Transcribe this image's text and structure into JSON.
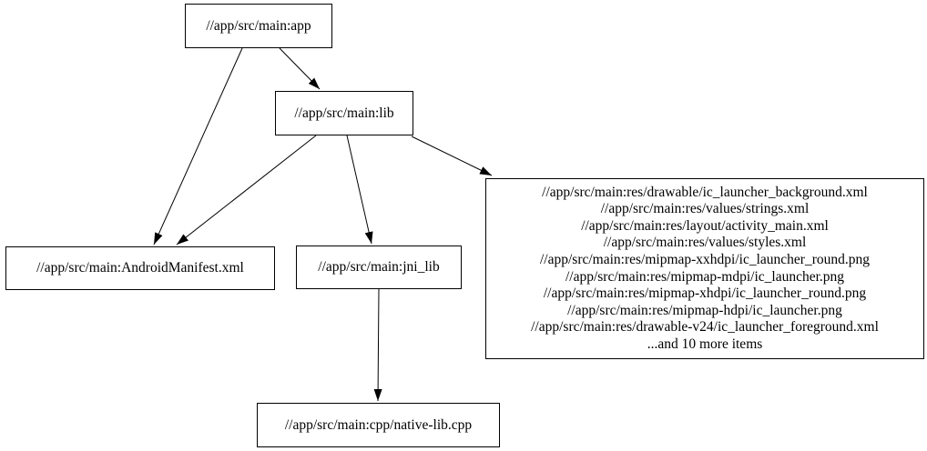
{
  "colors": {
    "background": "#ffffff",
    "node_border": "#000000",
    "node_fill": "#ffffff",
    "text": "#000000",
    "edge": "#000000"
  },
  "graph": {
    "type": "directed-dependency-graph",
    "nodes": {
      "app": {
        "label": "//app/src/main:app"
      },
      "lib": {
        "label": "//app/src/main:lib"
      },
      "android_manifest": {
        "label": "//app/src/main:AndroidManifest.xml"
      },
      "jni_lib": {
        "label": "//app/src/main:jni_lib"
      },
      "res_group": {
        "lines": [
          "//app/src/main:res/drawable/ic_launcher_background.xml",
          "//app/src/main:res/values/strings.xml",
          "//app/src/main:res/layout/activity_main.xml",
          "//app/src/main:res/values/styles.xml",
          "//app/src/main:res/mipmap-xxhdpi/ic_launcher_round.png",
          "//app/src/main:res/mipmap-mdpi/ic_launcher.png",
          "//app/src/main:res/mipmap-xhdpi/ic_launcher_round.png",
          "//app/src/main:res/mipmap-hdpi/ic_launcher.png",
          "//app/src/main:res/drawable-v24/ic_launcher_foreground.xml",
          "...and 10 more items"
        ]
      },
      "native_cpp": {
        "label": "//app/src/main:cpp/native-lib.cpp"
      }
    },
    "edges": [
      {
        "from": "app",
        "to": "lib"
      },
      {
        "from": "app",
        "to": "android_manifest"
      },
      {
        "from": "lib",
        "to": "android_manifest"
      },
      {
        "from": "lib",
        "to": "jni_lib"
      },
      {
        "from": "lib",
        "to": "res_group"
      },
      {
        "from": "jni_lib",
        "to": "native_cpp"
      }
    ]
  }
}
